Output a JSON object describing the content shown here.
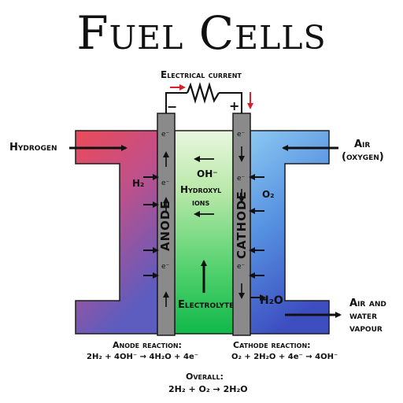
{
  "title": "Fuel Cells",
  "electrical_current_label": "Electrical current",
  "terminals": {
    "negative": "−",
    "positive": "+"
  },
  "inputs": {
    "hydrogen": "Hydrogen",
    "air_oxygen_line1": "Air",
    "air_oxygen_line2": "(oxygen)",
    "air_water_line1": "Air and",
    "air_water_line2": "water",
    "air_water_line3": "vapour"
  },
  "electrodes": {
    "anode": "ANODE",
    "cathode": "CATHODE"
  },
  "species": {
    "h2": "H₂",
    "o2": "O₂",
    "h2o": "H₂O",
    "electron": "e⁻"
  },
  "electrolyte": {
    "label": "Electrolyte",
    "ion_formula": "OH⁻",
    "ion_name_line1": "Hydroxyl",
    "ion_name_line2": "ions"
  },
  "reactions": {
    "anode_title": "Anode reaction:",
    "anode_equation": "2H₂ + 4OH⁻ → 4H₂O + 4e⁻",
    "cathode_title": "Cathode reaction:",
    "cathode_equation": "O₂ + 2H₂O + 4e⁻ → 4OH⁻",
    "overall_title": "Overall:",
    "overall_equation": "2H₂ + O₂ → 2H₂O"
  },
  "colors": {
    "hydrogen_red": "#e8505f",
    "hydrogen_purple": "#6a5bb8",
    "electrolyte_green": "#22c05a",
    "air_blue": "#5aa0e6",
    "electrode_gray": "#8a8a8a",
    "current_arrow_red": "#d8202a"
  }
}
